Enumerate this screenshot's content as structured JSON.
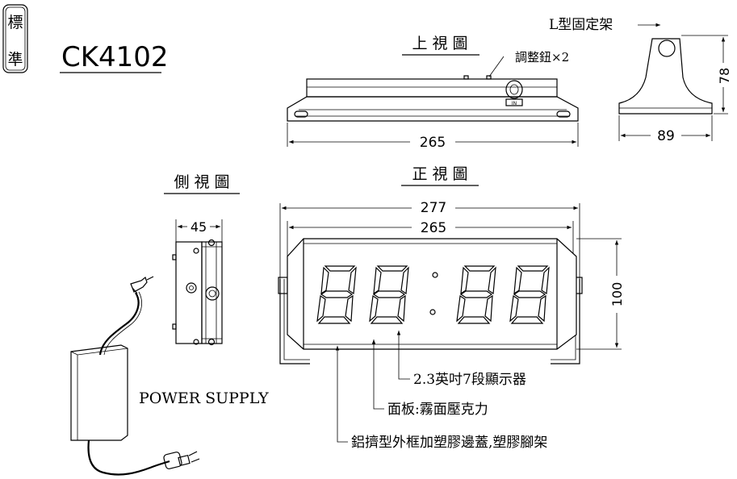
{
  "badge": {
    "char_top": "標",
    "char_bottom": "準"
  },
  "model_number": "CK4102",
  "views": {
    "top": {
      "title": "上 視 圖",
      "knob_label": "調整鈕×2",
      "small_mark": "IN",
      "dim_width": "265"
    },
    "bracket": {
      "label": "L型固定架",
      "dim_height": "78",
      "dim_width": "89"
    },
    "side": {
      "title": "側 視 圖",
      "dim_depth": "45"
    },
    "front": {
      "title": "正 視 圖",
      "dim_outer": "277",
      "dim_inner": "265",
      "dim_height": "100"
    }
  },
  "power_supply_label": "POWER SUPPLY",
  "callouts": [
    "2.3英吋7段顯示器",
    "面板:霧面壓克力",
    "鋁擠型外框加塑膠邊蓋,塑膠腳架"
  ]
}
